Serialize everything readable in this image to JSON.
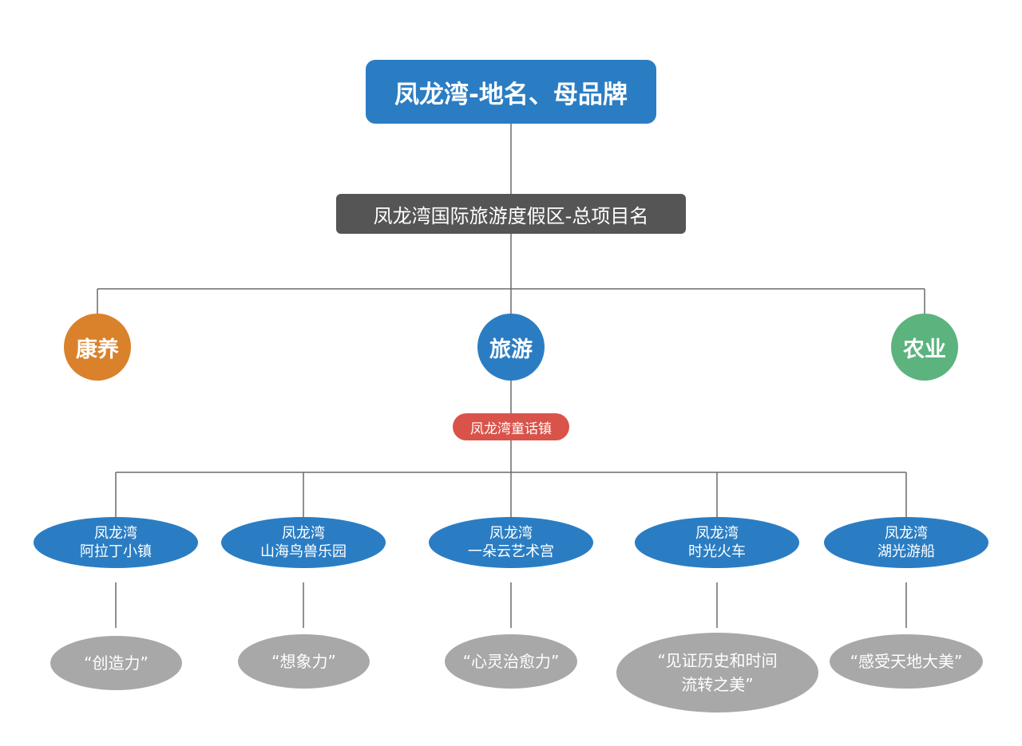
{
  "root": {
    "label": "凤龙湾-地名、母品牌",
    "color": "#2b7dc3"
  },
  "project": {
    "label": "凤龙湾国际旅游度假区-总项目名",
    "color": "#555555"
  },
  "categories": [
    {
      "label": "康养",
      "color": "#d9822b"
    },
    {
      "label": "旅游",
      "color": "#2b7dc3"
    },
    {
      "label": "农业",
      "color": "#5cb37e"
    }
  ],
  "sub_brand": {
    "label": "凤龙湾童话镇",
    "color": "#d9534a"
  },
  "attractions": [
    {
      "brand": "凤龙湾",
      "name": "阿拉丁小镇",
      "tagline": [
        "“创造力”"
      ]
    },
    {
      "brand": "凤龙湾",
      "name": "山海鸟兽乐园",
      "tagline": [
        "“想象力”"
      ]
    },
    {
      "brand": "凤龙湾",
      "name": "一朵云艺术宫",
      "tagline": [
        "“心灵治愈力”"
      ]
    },
    {
      "brand": "凤龙湾",
      "name": "时光火车",
      "tagline": [
        "“见证历史和时间",
        "流转之美”"
      ]
    },
    {
      "brand": "凤龙湾",
      "name": "湖光游船",
      "tagline": [
        "“感受天地大美”"
      ]
    }
  ],
  "colors": {
    "attraction": "#2b7dc3",
    "tagline": "#a8a8a8",
    "connector": "#6b6b6b"
  }
}
